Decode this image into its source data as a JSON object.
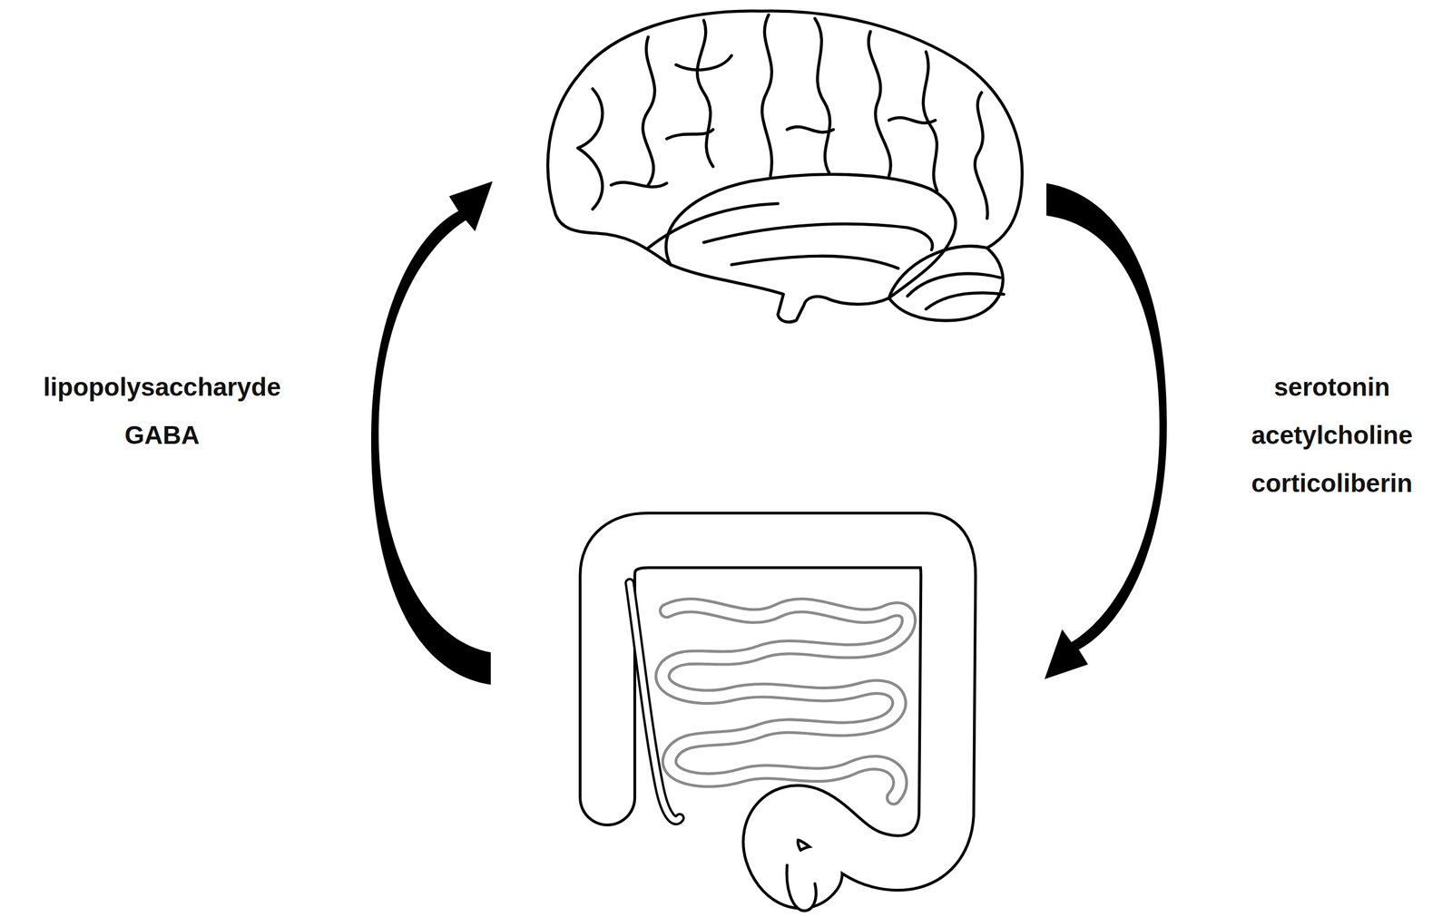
{
  "diagram": {
    "labels": [
      "lipopolysaccharyde",
      "GABA",
      "serotonin",
      "acetylcholine",
      "corticoliberin"
    ]
  }
}
